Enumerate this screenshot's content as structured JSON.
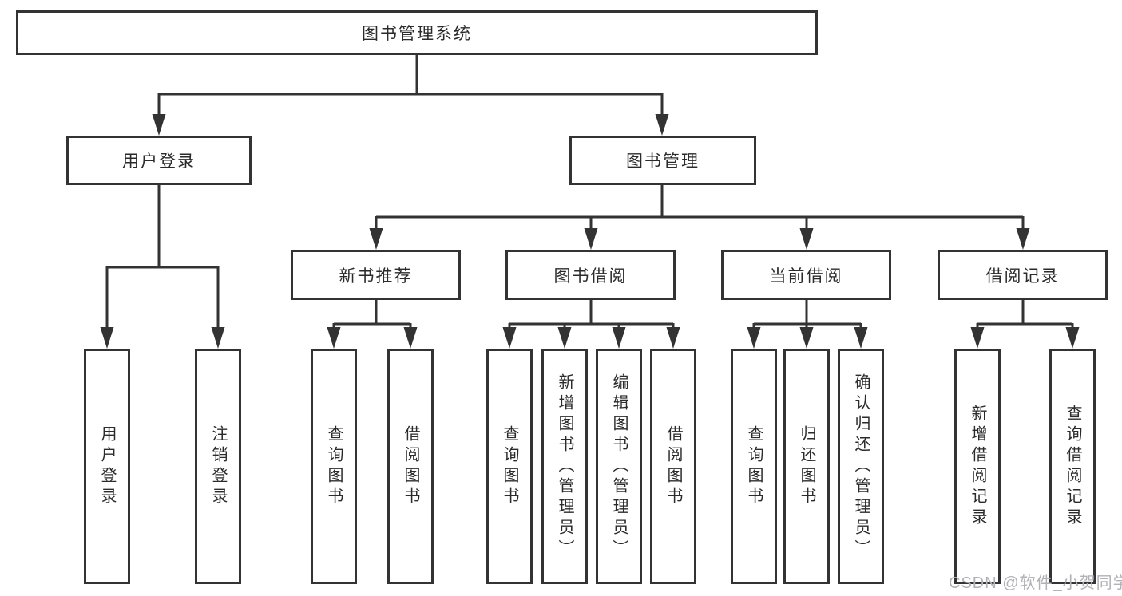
{
  "diagram": {
    "root": {
      "label": "图书管理系统"
    },
    "branches": [
      {
        "label": "用户登录",
        "children": [
          {
            "label": "用户登录"
          },
          {
            "label": "注销登录"
          }
        ]
      },
      {
        "label": "图书管理",
        "children": [
          {
            "label": "新书推荐",
            "children": [
              {
                "label": "查询图书"
              },
              {
                "label": "借阅图书"
              }
            ]
          },
          {
            "label": "图书借阅",
            "children": [
              {
                "label": "查询图书"
              },
              {
                "label": "新增图书（管理员）"
              },
              {
                "label": "编辑图书（管理员）"
              },
              {
                "label": "借阅图书"
              }
            ]
          },
          {
            "label": "当前借阅",
            "children": [
              {
                "label": "查询图书"
              },
              {
                "label": "归还图书"
              },
              {
                "label": "确认归还（管理员）"
              }
            ]
          },
          {
            "label": "借阅记录",
            "children": [
              {
                "label": "新增借阅记录"
              },
              {
                "label": "查询借阅记录"
              }
            ]
          }
        ]
      }
    ]
  },
  "watermark": {
    "text": "CSDN @软件_小贺同学"
  },
  "colors": {
    "line": "#333333",
    "box_border": "#333333",
    "text": "#2b2b2b",
    "watermark": "#b1b1b6",
    "background": "#ffffff"
  }
}
